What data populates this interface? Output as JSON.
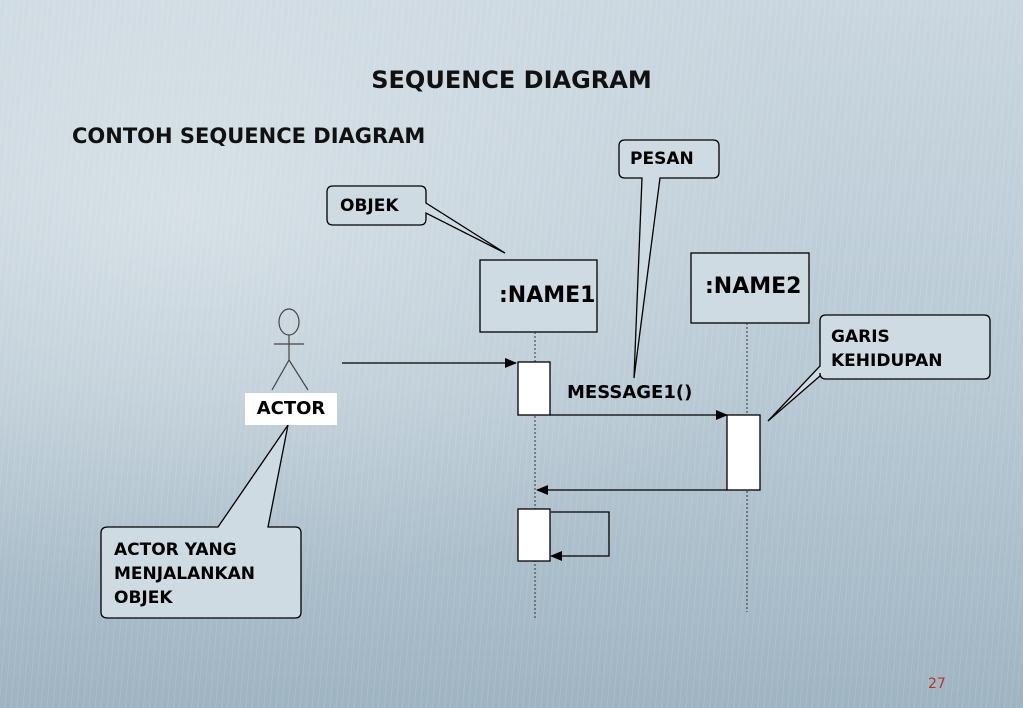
{
  "slide": {
    "title": "SEQUENCE DIAGRAM",
    "subtitle": "CONTOH SEQUENCE DIAGRAM",
    "page_number": "27"
  },
  "diagram": {
    "objects": [
      ":NAME1",
      ":NAME2"
    ],
    "actor": "ACTOR",
    "message": "MESSAGE1()",
    "callouts": {
      "objek": "OBJEK",
      "pesan": "PESAN",
      "garis_line1": "GARIS",
      "garis_line2": "KEHIDUPAN",
      "actor_line1": "ACTOR YANG",
      "actor_line2": "MENJALANKAN",
      "actor_line3": "OBJEK"
    }
  },
  "colors": {
    "page_number": "#b5371f"
  }
}
